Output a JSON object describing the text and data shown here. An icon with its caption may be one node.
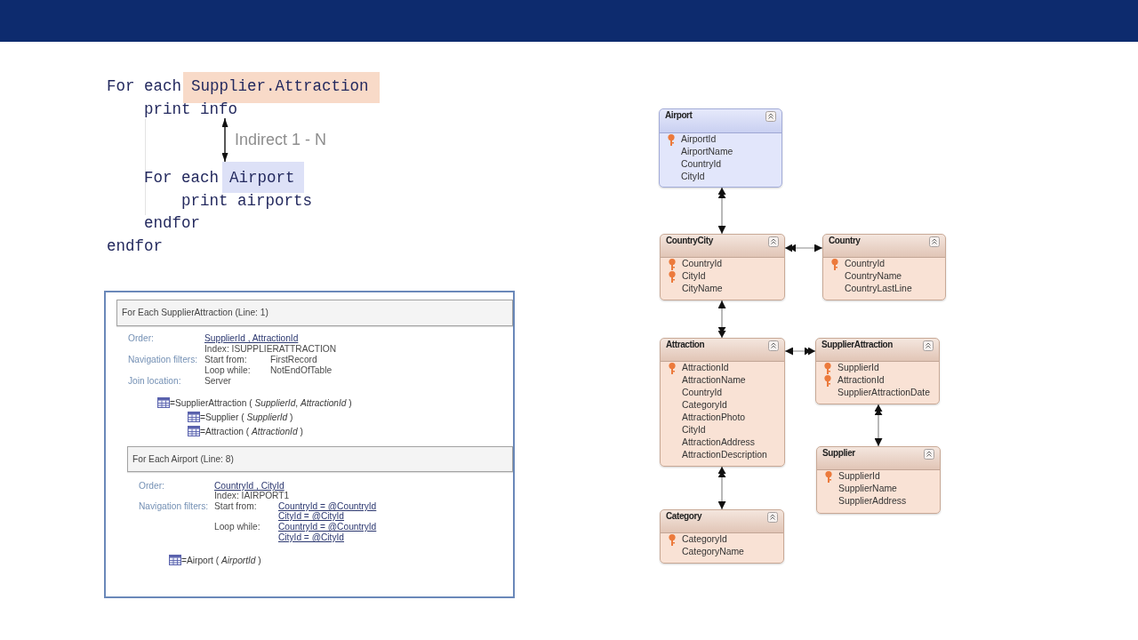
{
  "diagram": {
    "nodes": [
      {
        "text": [
          "Supplier.Attraction"
        ]
      },
      {
        "text": [
          "print info"
        ]
      },
      {
        "text": [
          "Airport"
        ]
      },
      {
        "text": [
          "Order:",
          "SupplierId , AttractionId",
          "Index: ISUPPLIERATTRACTION",
          "Navigation filters:",
          "Start from:",
          "FirstRecord",
          "Loop while:",
          "NotEndOfTable",
          "Join location:",
          "Server",
          "=SupplierAttraction ( *SupplierId*, *AttractionId* )",
          "=Supplier ( *SupplierId* )",
          "=Attraction ( *AttractionId* )",
          "Order:",
          "CountryId , CityId",
          "Index: IAIRPORT1",
          "Navigation filters:",
          "Start from:",
          "CountryId = @CountryId",
          "CityId = @CityId",
          "Loop while:",
          "CountryId = @CountryId",
          "CityId = @CityId",
          "=Airport ( *AirportId* )"
        ]
      },
      {
        "text": [
          "For Each SupplierAttraction (Line: 1)"
        ],
        "in": 3
      },
      {
        "text": [
          "For Each Airport (Line: 8)"
        ],
        "in": 3
      },
      {
        "text": [
          "Airport",
          "AirportId",
          "AirportName",
          "CountryId",
          "CityId"
        ]
      },
      {
        "text": [
          "CountryCity",
          "CountryId",
          "CityId",
          "CityName"
        ]
      },
      {
        "text": [
          "Country",
          "CountryId",
          "CountryName",
          "CountryLastLine"
        ]
      },
      {
        "text": [
          "Attraction",
          "AttractionId",
          "AttractionName",
          "CountryId",
          "CategoryId",
          "AttractionPhoto",
          "CityId",
          "AttractionAddress",
          "AttractionDescription"
        ]
      },
      {
        "text": [
          "SupplierAttraction",
          "SupplierId",
          "AttractionId",
          "SupplierAttractionDate"
        ]
      },
      {
        "text": [
          "Supplier",
          "SupplierId",
          "SupplierName",
          "SupplierAddress"
        ]
      },
      {
        "text": [
          "Category",
          "CategoryId",
          "CategoryName"
        ]
      }
    ],
    "edges": [
      {
        "from": 1,
        "to": 2,
        "arrow": "both",
        "label": "Indirect 1 - N",
        "color": "#111111"
      },
      {
        "from": 6,
        "to": 7,
        "arrow": "both"
      },
      {
        "from": 7,
        "to": 8,
        "arrow": "both"
      },
      {
        "from": 9,
        "to": 7,
        "arrow": "both"
      },
      {
        "from": 10,
        "to": 9,
        "arrow": "both"
      },
      {
        "from": 10,
        "to": 11,
        "arrow": "both"
      },
      {
        "from": 9,
        "to": 12,
        "arrow": "both"
      }
    ],
    "labels": [
      "For each",
      "For each",
      "print airports",
      "endfor",
      "endfor"
    ]
  }
}
